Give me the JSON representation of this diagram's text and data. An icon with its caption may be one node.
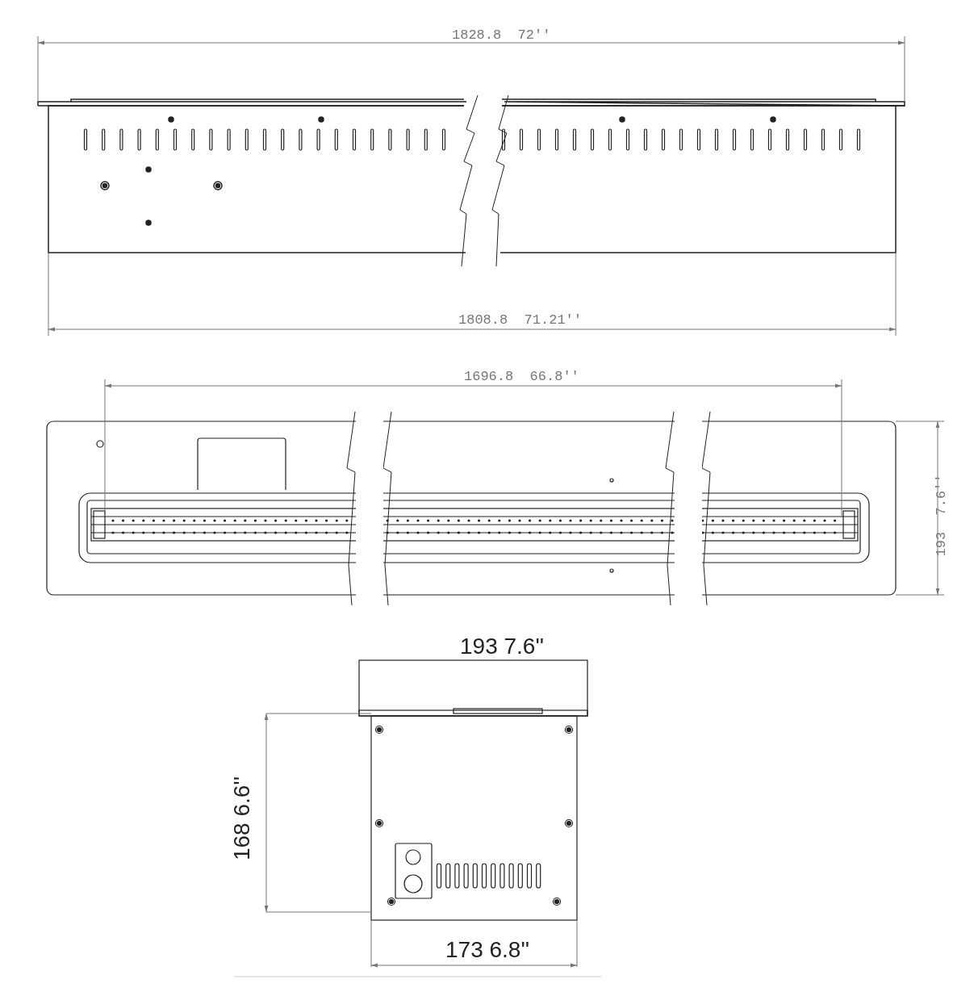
{
  "diagram": {
    "labels": [
      "1828.8  72''",
      "1808.8  71.21''",
      "1696.8  66.8''",
      "193  7.6''",
      "193 7.6''",
      "168 6.6''",
      "173 6.8''"
    ]
  }
}
